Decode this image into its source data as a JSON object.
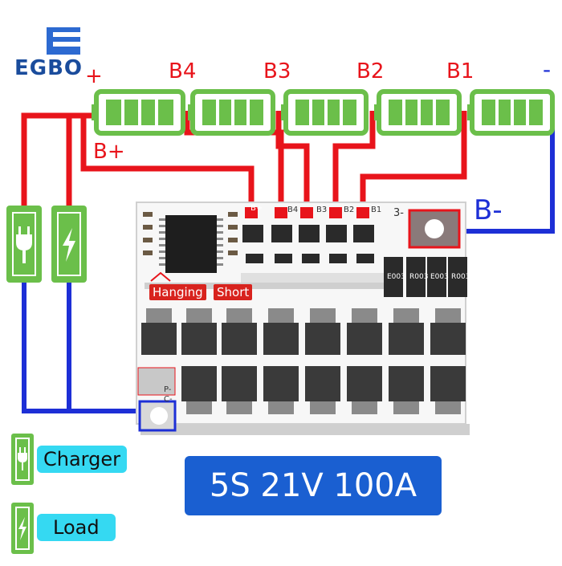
{
  "brand": {
    "logo_text": "EGBO"
  },
  "colors": {
    "red_wire": "#e8141b",
    "blue_wire": "#1d2fd6",
    "battery_green": "#6bbf4a",
    "pill_cyan": "#35d9f2",
    "spec_blue": "#1a5fd1"
  },
  "terminals": {
    "plus": "+",
    "minus": "-",
    "b4": "B4",
    "b3": "B3",
    "b2": "B2",
    "b1": "B1",
    "b_plus": "B+",
    "b_minus": "B-"
  },
  "board": {
    "labels": [
      "B+",
      "B4",
      "B3",
      "B2",
      "B1"
    ],
    "b3_minus": "3-",
    "hanging": "Hanging",
    "short": "Short",
    "p_minus": "P-",
    "c_minus": "C-",
    "resistors": [
      "E003",
      "R003",
      "E003",
      "R003"
    ]
  },
  "legend": {
    "charger": "Charger",
    "load": "Load"
  },
  "spec": "5S 21V 100A"
}
